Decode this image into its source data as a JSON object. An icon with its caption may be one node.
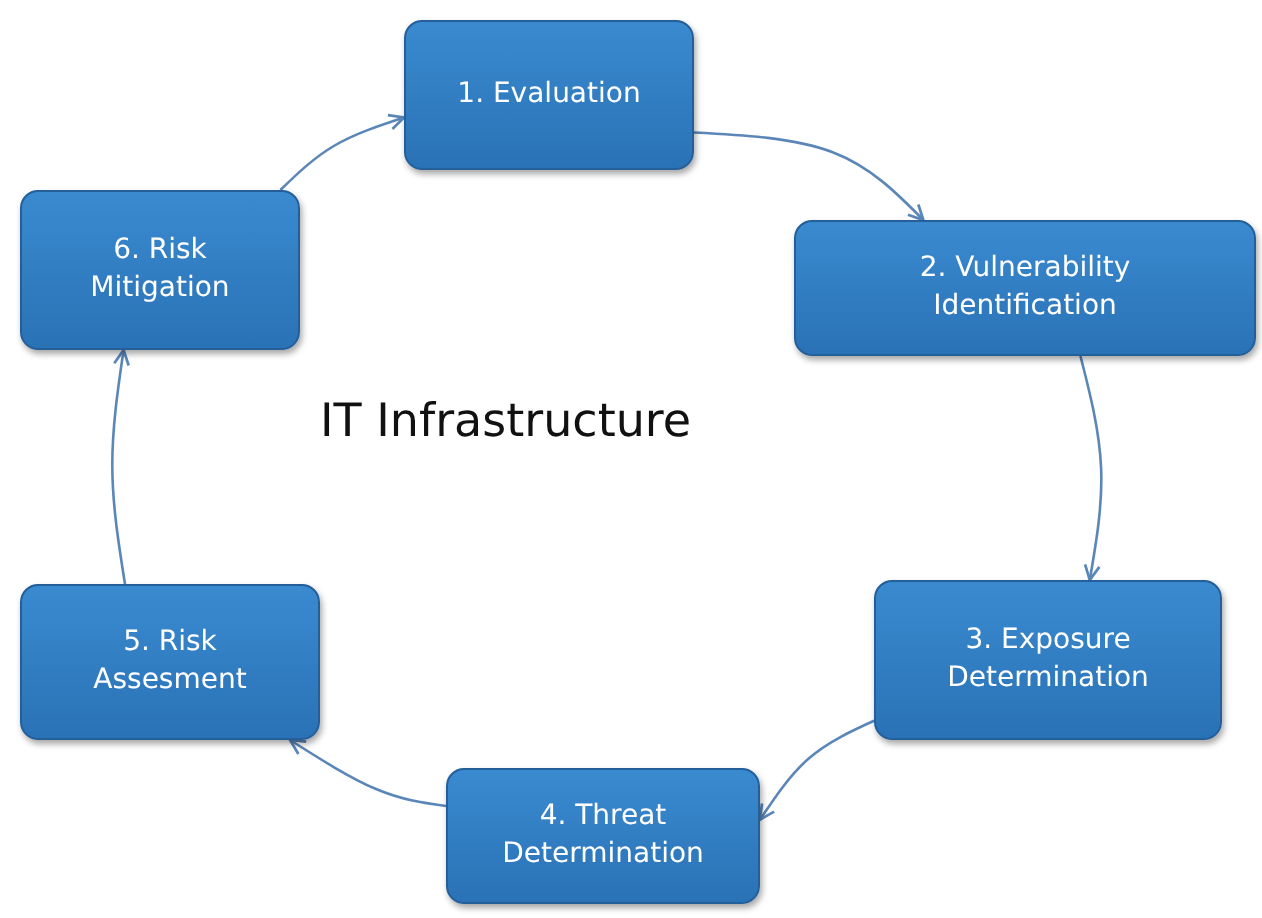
{
  "diagram": {
    "title": "IT Infrastructure",
    "nodes": [
      {
        "text": [
          "1. Evaluation"
        ]
      },
      {
        "text": [
          "2. Vulnerability Identification"
        ]
      },
      {
        "text": [
          "3. Exposure Determination"
        ]
      },
      {
        "text": [
          "4. Threat Determination"
        ]
      },
      {
        "text": [
          "5. Risk Assesment"
        ]
      },
      {
        "text": [
          "6. Risk Mitigation"
        ]
      }
    ],
    "edges": [
      {
        "from": 0,
        "to": 1,
        "arrow": "to"
      },
      {
        "from": 1,
        "to": 2,
        "arrow": "to"
      },
      {
        "from": 2,
        "to": 3,
        "arrow": "to"
      },
      {
        "from": 3,
        "to": 4,
        "arrow": "to"
      },
      {
        "from": 4,
        "to": 5,
        "arrow": "to"
      },
      {
        "from": 5,
        "to": 0,
        "arrow": "to"
      }
    ]
  }
}
